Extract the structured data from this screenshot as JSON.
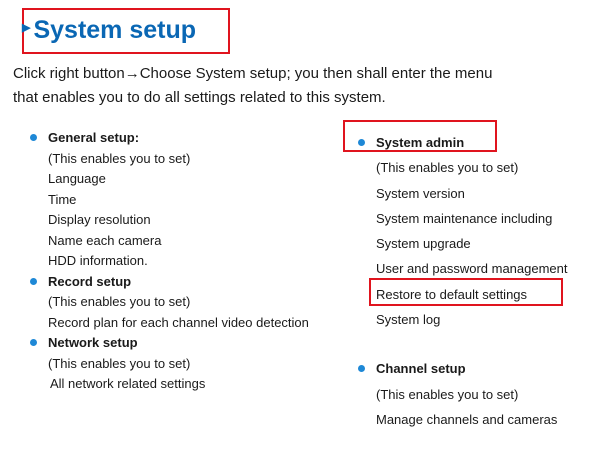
{
  "page": {
    "title": "System setup",
    "intro_line1": "Click right button→Choose System setup; you then shall enter the menu",
    "intro_line2": "that enables you to do all settings related to this system."
  },
  "left": {
    "general": {
      "heading": "General setup:",
      "items": [
        "(This enables you to set)",
        "Language",
        "Time",
        "Display resolution",
        "Name each camera",
        "HDD information."
      ]
    },
    "record": {
      "heading": "Record setup",
      "items": [
        "(This enables you to set)",
        "Record plan for each channel video detection"
      ]
    },
    "network": {
      "heading": "Network setup",
      "items": [
        "(This enables you to set)",
        "All network related settings"
      ]
    }
  },
  "right": {
    "admin": {
      "heading": "System admin",
      "items": [
        "(This enables you to set)",
        "System version",
        "System maintenance including",
        "System upgrade",
        "User and password management",
        "Restore to default settings",
        "System log"
      ]
    },
    "channel": {
      "heading": "Channel setup",
      "items": [
        "(This enables you to set)",
        "Manage channels and cameras"
      ]
    }
  },
  "colors": {
    "accent": "#0a67b4",
    "bullet": "#1e88d6",
    "highlight": "#e0141e"
  }
}
